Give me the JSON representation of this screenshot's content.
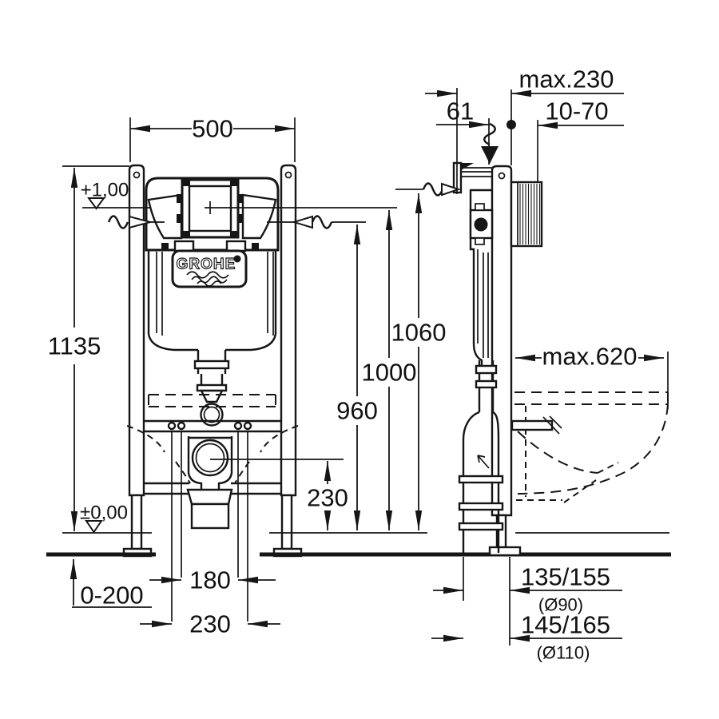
{
  "front_view": {
    "width": "500",
    "height": "1135",
    "upper_level": "+1,00",
    "floor_level": "±0,00",
    "floor_adjust": "0-200",
    "inner_spacing": "180",
    "outer_spacing": "230",
    "outlet_height": "230",
    "water_level_height": "960",
    "plate_center_height": "1000",
    "frame_top_height": "1060",
    "brand": "GROHE"
  },
  "side_view": {
    "frame_offset": "61",
    "max_wall_distance": "max.230",
    "finish_thickness": "10-70",
    "max_bowl_depth": "max.620",
    "outlet_distance_90": "135/155",
    "outlet_pipe_90": "(Ø90)",
    "outlet_distance_110": "145/165",
    "outlet_pipe_110": "(Ø110)"
  }
}
